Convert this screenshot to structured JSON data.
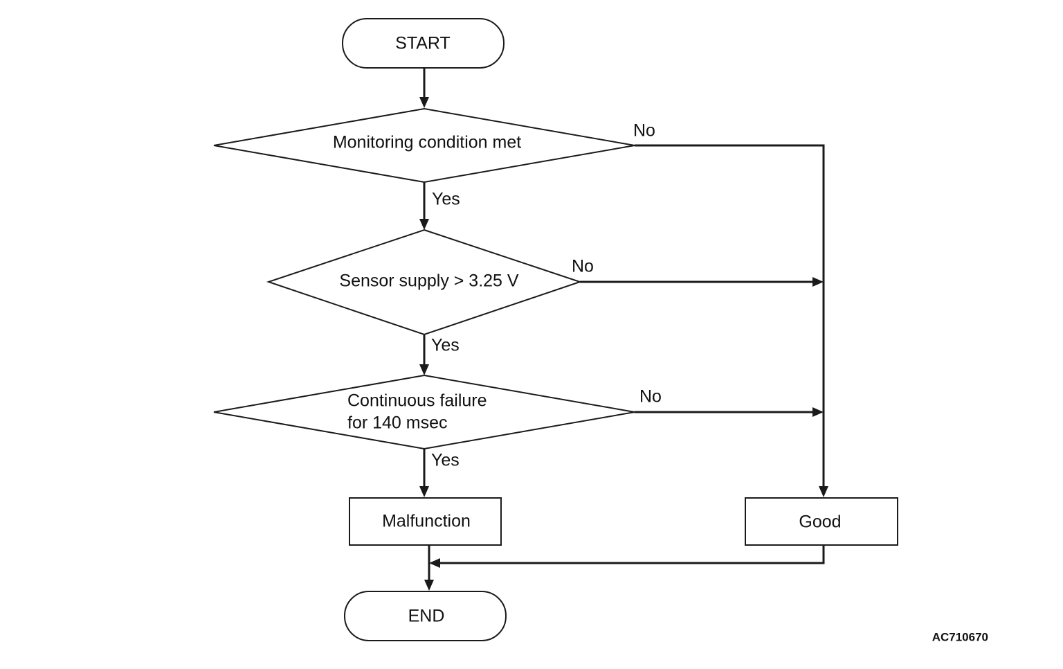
{
  "nodes": {
    "start": "START",
    "monitoring": "Monitoring condition met",
    "sensor_supply": "Sensor supply > 3.25 V",
    "continuous_line1": "Continuous failure",
    "continuous_line2": "for 140 msec",
    "malfunction": "Malfunction",
    "good": "Good",
    "end": "END"
  },
  "edges": {
    "monitoring_no": "No",
    "monitoring_yes": "Yes",
    "sensor_no": "No",
    "sensor_yes": "Yes",
    "continuous_no": "No",
    "continuous_yes": "Yes"
  },
  "figure_code": "AC710670"
}
